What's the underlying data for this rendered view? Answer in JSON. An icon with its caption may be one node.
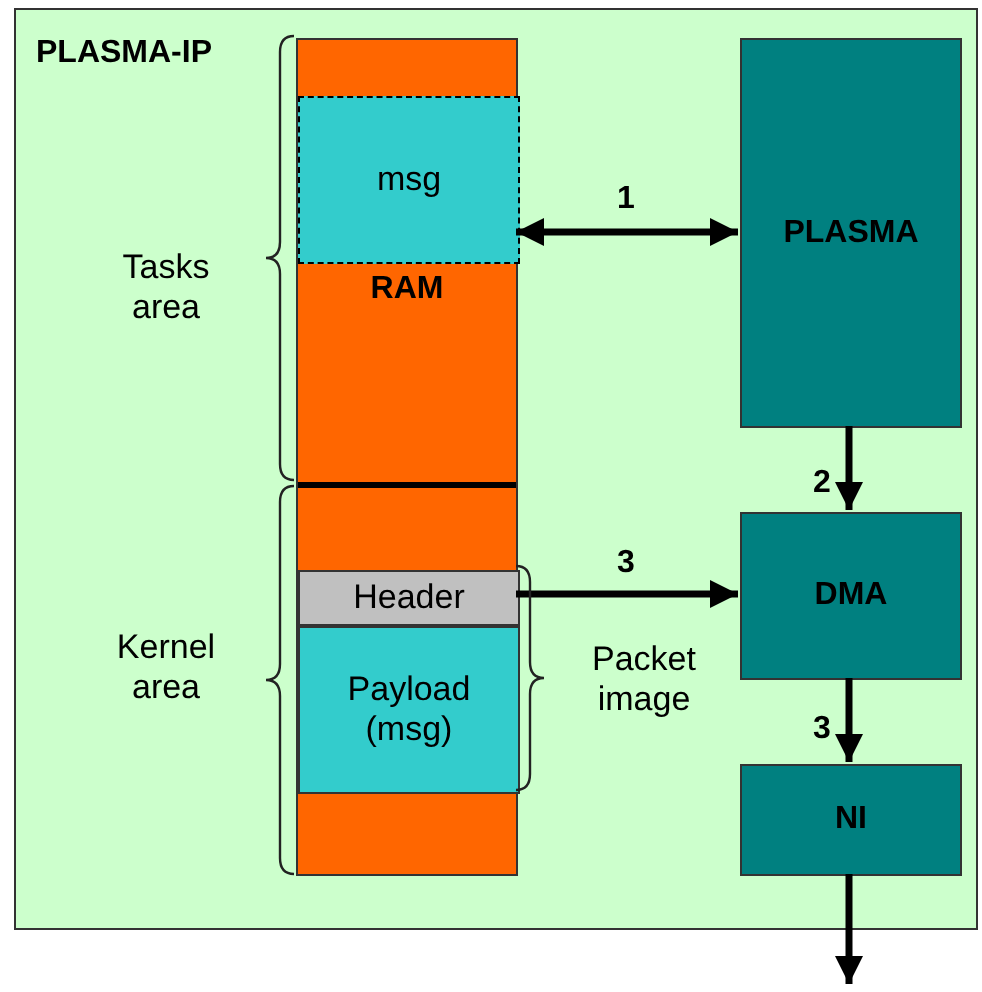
{
  "diagram": {
    "nodes": [
      {
        "text": [
          "PLASMA-IP"
        ]
      },
      {
        "text": [
          "RAM"
        ],
        "in": 0
      },
      {
        "text": [
          "msg"
        ],
        "in": 1
      },
      {
        "text": [
          "Header"
        ],
        "in": 1
      },
      {
        "text": [
          "Payload (msg)"
        ],
        "in": 1
      },
      {
        "text": [
          "PLASMA"
        ],
        "in": 0
      },
      {
        "text": [
          "DMA"
        ],
        "in": 0
      },
      {
        "text": [
          "NI"
        ],
        "in": 0
      }
    ],
    "edges": [
      {
        "from": 2,
        "to": 5,
        "arrow": "both",
        "label": "1"
      },
      {
        "from": 5,
        "to": 6,
        "arrow": "to",
        "label": "2"
      },
      {
        "from": 3,
        "to": 6,
        "arrow": "to",
        "label": "3"
      },
      {
        "from": 6,
        "to": 7,
        "arrow": "to",
        "label": "3"
      },
      {
        "from": 7,
        "to": null,
        "arrow": "to"
      }
    ],
    "labels": [
      "Tasks area",
      "Kernel area",
      "Packet image"
    ]
  }
}
